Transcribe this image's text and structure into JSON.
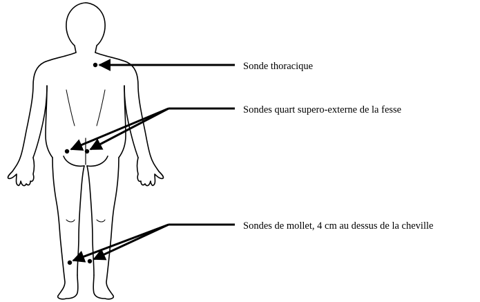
{
  "labels": {
    "thoracic": "Sonde thoracique",
    "buttock": "Sondes quart supero-externe de la fesse",
    "calf": "Sondes de mollet, 4 cm au dessus de la cheville"
  },
  "colors": {
    "line": "#000000",
    "background": "#ffffff"
  }
}
